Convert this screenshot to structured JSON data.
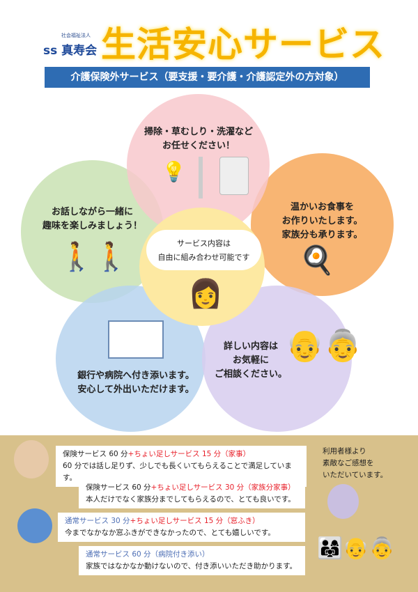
{
  "logo": {
    "org_type": "社会福祉法人",
    "name": "真寿会"
  },
  "title": "生活安心サービス",
  "subtitle": "介護保険外サービス（要支援・要介護・介護認定外の方対象）",
  "circles": {
    "top": "掃除・草むしり・洗濯など\nお任せください！",
    "left": "お話しながら一緒に\n趣味を楽しみましょう！",
    "right": "温かいお食事を\nお作りいたします。\n家族分も承ります。",
    "center": "サービス内容は\n自由に組み合わせ可能です",
    "bottom_left": "銀行や病院へ付き添います。\n安心して外出いただけます。",
    "bottom_right": "詳しい内容は\nお気軽に\nご相談ください。"
  },
  "testimonials_note": "利用者様より\n素敵なご感想を\nいただいています。",
  "testimonials": [
    {
      "base": "保険サービス 60 分",
      "extra": "+ちょい足しサービス 15 分（家事）",
      "comment": "60 分では話し足りず、少しでも長くいてもらえることで満足しています。"
    },
    {
      "base": "保険サービス 60 分",
      "extra": "+ちょい足しサービス 30 分（家族分家事）",
      "comment": "本人だけでなく家族分までしてもらえるので、とても良いです。"
    },
    {
      "base": "通常サービス 30 分",
      "extra": "+ちょい足しサービス 15 分（窓ふき）",
      "comment": "今までなかなか窓ふきができなかったので、とても嬉しいです。"
    },
    {
      "base": "通常サービス 60 分（病院付き添い）",
      "extra": "",
      "comment": "家族ではなかなか動けないので、付き添いいただき助かります。"
    }
  ],
  "colors": {
    "pink": "#f8c8cc",
    "green": "#c9e2b3",
    "orange": "#f7a85a",
    "blue": "#b7d4ee",
    "purple": "#d7cdee",
    "yellow": "#fde9a2",
    "band": "#d8c18b",
    "title": "#f6b400"
  }
}
